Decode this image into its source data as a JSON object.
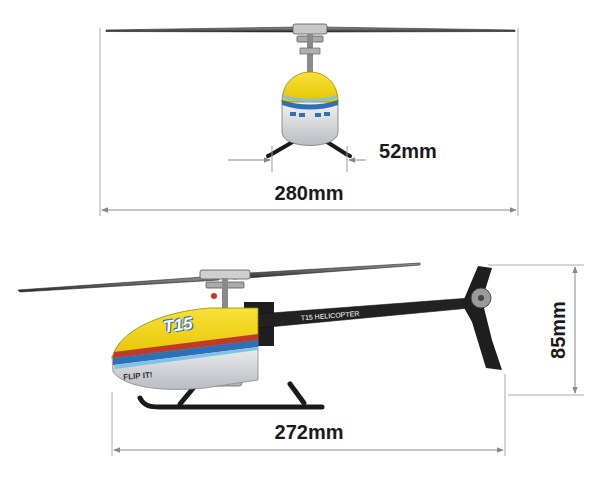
{
  "diagram": {
    "labels": [
      "52mm",
      "280mm",
      "T15",
      "FLIP IT!",
      "T15 HELICOPTER",
      "85mm",
      "272mm"
    ]
  }
}
